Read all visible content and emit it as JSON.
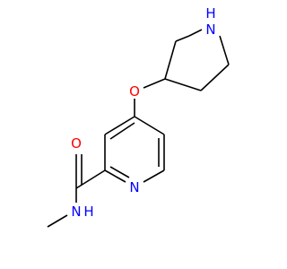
{
  "molecule": {
    "atoms": {
      "oxygen_ether": {
        "symbol": "O",
        "color": "#ff0000"
      },
      "oxygen_carbonyl": {
        "symbol": "O",
        "color": "#ff0000"
      },
      "nitrogen_pyrrolidine": {
        "symbol": "N",
        "color": "#0000ff",
        "hydrogen": "H"
      },
      "nitrogen_pyridine": {
        "symbol": "N",
        "color": "#0000ff"
      },
      "nitrogen_amide": {
        "symbol": "N",
        "color": "#0000ff",
        "hydrogen": "H"
      }
    },
    "bond_color": "#000000",
    "background": "#ffffff"
  }
}
